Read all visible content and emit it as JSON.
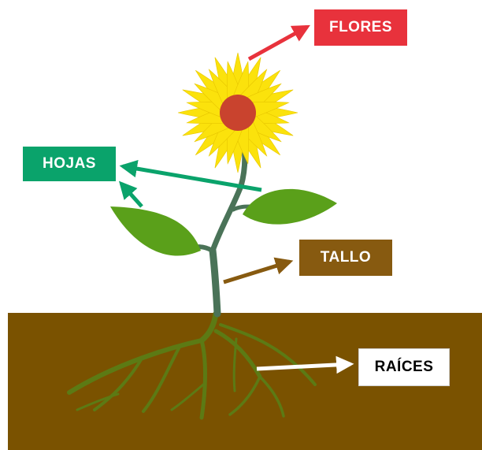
{
  "labels": {
    "flores": "FLORES",
    "hojas": "HOJAS",
    "tallo": "TALLO",
    "raices": "RAÍCES"
  },
  "colors": {
    "flores_bg": "#e8323c",
    "flores_text": "#ffffff",
    "hojas_bg": "#0aa36b",
    "hojas_text": "#ffffff",
    "tallo_bg": "#875a10",
    "tallo_text": "#ffffff",
    "raices_bg": "#ffffff",
    "raices_text": "#000000",
    "soil": "#7a5200",
    "roots": "#5c7a14",
    "stem": "#4a7358",
    "leaf": "#5aa01a",
    "petal": "#fbe20c",
    "flower_center": "#c9432e"
  },
  "icons": [
    "sunflower-icon",
    "leaf-icon",
    "stem-icon",
    "roots-icon",
    "arrow-icon"
  ]
}
